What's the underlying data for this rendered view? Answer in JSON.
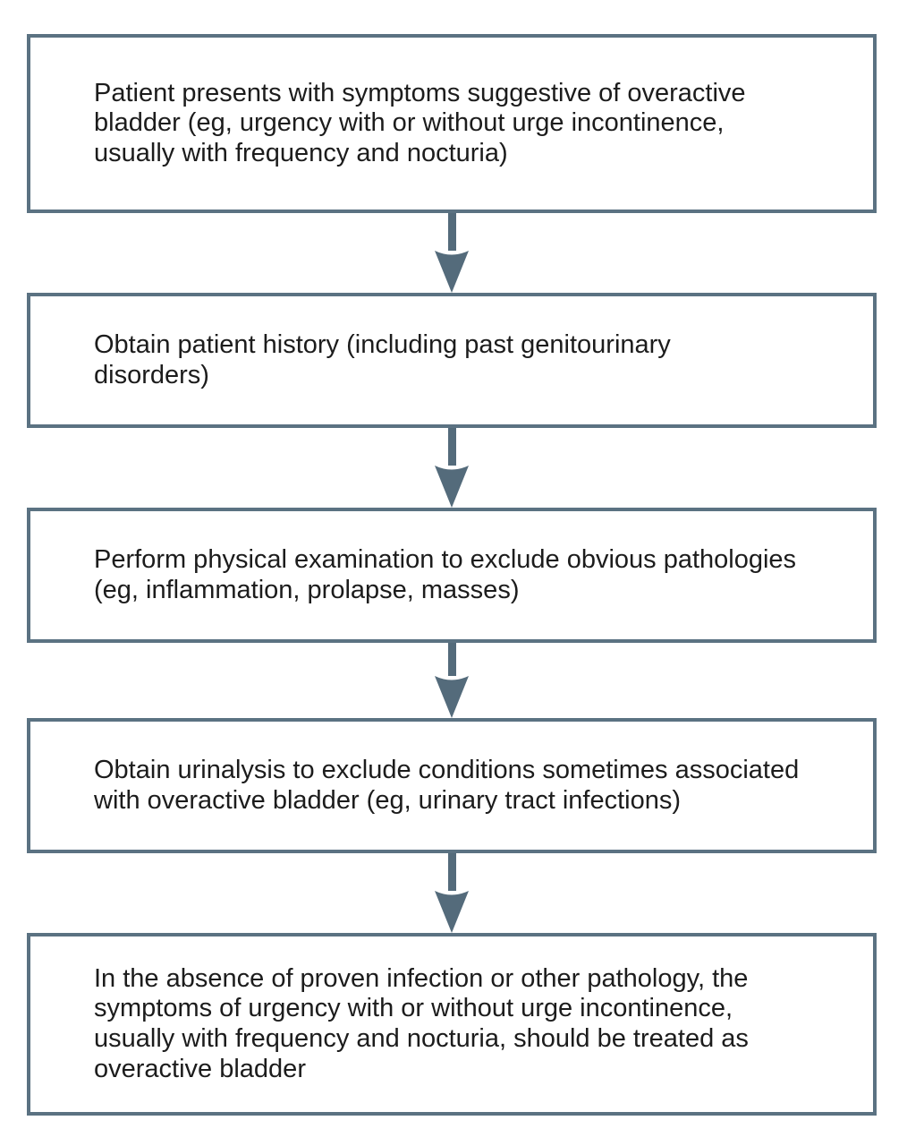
{
  "diagram": {
    "title": "Overactive bladder diagnostic flowchart",
    "type": "flowchart",
    "direction": "top-down",
    "colors": {
      "box_border": "#5b7282",
      "arrow": "#546b7b",
      "text": "#1c1c1c",
      "background": "#ffffff"
    },
    "boxes": [
      {
        "id": 1,
        "text": "Patient presents with symptoms suggestive of overactive\nbladder (eg, urgency with or without urge incontinence,\nusually with frequency and nocturia)"
      },
      {
        "id": 2,
        "text": "Obtain patient history (including past genitourinary\ndisorders)"
      },
      {
        "id": 3,
        "text": "Perform physical examination to exclude obvious pathologies\n(eg, inflammation, prolapse, masses)"
      },
      {
        "id": 4,
        "text": "Obtain urinalysis to exclude conditions sometimes associated\nwith overactive bladder (eg, urinary tract infections)"
      },
      {
        "id": 5,
        "text": "In the absence of proven infection or other pathology, the\nsymptoms of urgency with or without urge incontinence,\nusually with frequency and nocturia, should be treated as\noveractive bladder"
      }
    ],
    "connections": [
      {
        "from": 1,
        "to": 2
      },
      {
        "from": 2,
        "to": 3
      },
      {
        "from": 3,
        "to": 4
      },
      {
        "from": 4,
        "to": 5
      }
    ]
  }
}
